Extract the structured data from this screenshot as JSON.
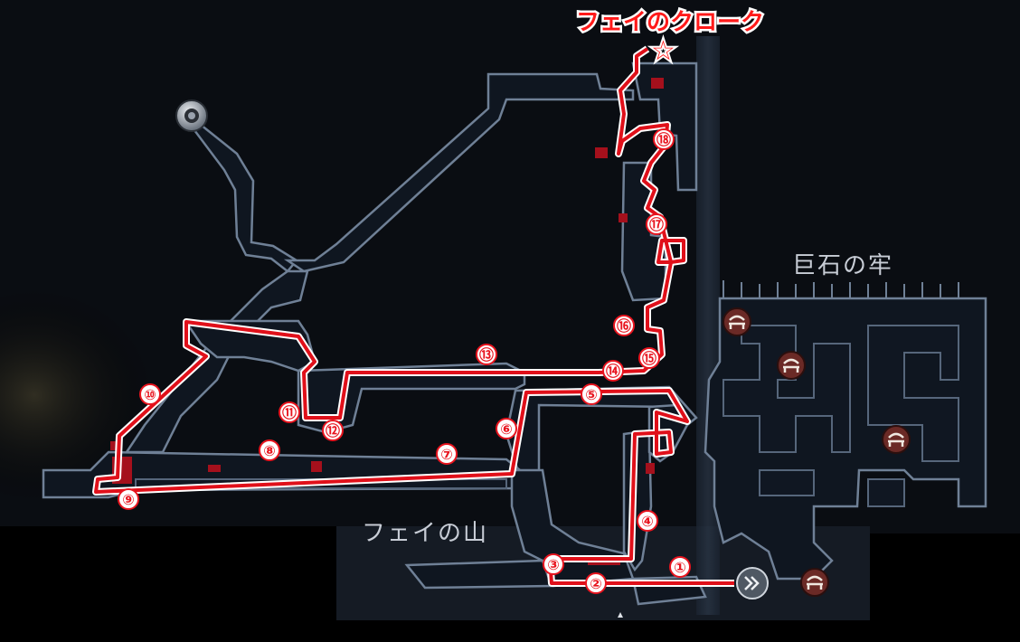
{
  "map": {
    "area_labels": {
      "top_right": "巨石の牢",
      "bottom_left": "フェイの山"
    },
    "goal": {
      "label": "フェイのクローク",
      "star": "☆"
    },
    "waypoints": [
      "①",
      "②",
      "③",
      "④",
      "⑤",
      "⑥",
      "⑦",
      "⑧",
      "⑨",
      "⑩",
      "⑪",
      "⑫",
      "⑬",
      "⑭",
      "⑮",
      "⑯",
      "⑰",
      "⑱"
    ],
    "icons": {
      "bench_icon": "bench-icon",
      "start_icon": "chevrons-icon",
      "stag_station_icon": "stag-station-icon"
    },
    "colors": {
      "route": "#e0101a",
      "goal_text": "#ff1a1a",
      "walls": "#6f8096",
      "background": "#000000"
    }
  }
}
